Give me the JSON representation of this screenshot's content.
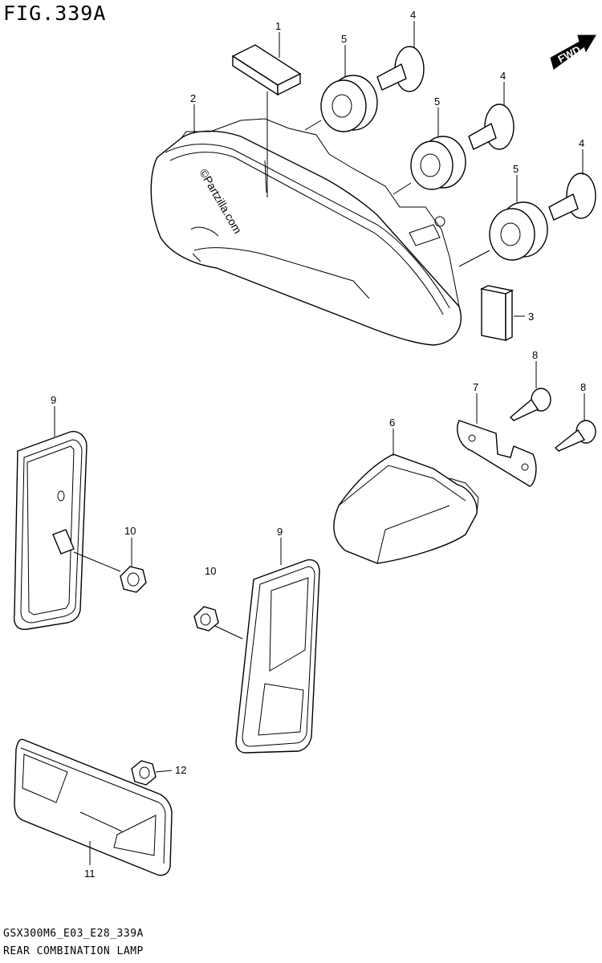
{
  "figure": {
    "id": "FIG.339A",
    "code": "GSX300M6_E03_E28_339A",
    "title": "REAR COMBINATION LAMP",
    "watermark": "©Partzilla.com",
    "direction_label": "FWD"
  },
  "callouts": [
    "1",
    "2",
    "3",
    "4",
    "4",
    "4",
    "5",
    "5",
    "5",
    "6",
    "7",
    "8",
    "8",
    "9",
    "9",
    "10",
    "10",
    "11",
    "12"
  ]
}
